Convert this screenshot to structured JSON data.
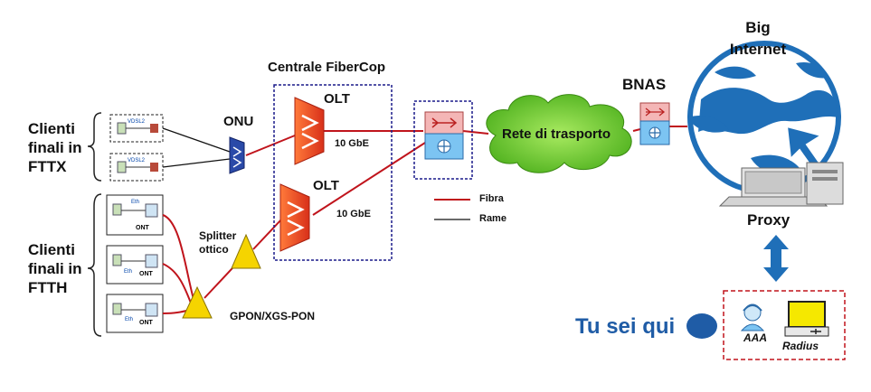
{
  "clients_fttx": "Clienti\nfinali in\nFTTX",
  "clients_ftth": "Clienti\nfinali in\nFTTH",
  "central_title": "Centrale FiberCop",
  "onu": "ONU",
  "olt_top": "OLT",
  "olt_bottom": "OLT",
  "rate_top": "10 GbE",
  "rate_bottom": "10 GbE",
  "splitter": "Splitter\nottico",
  "gpon": "GPON/XGS-PON",
  "transport_cloud": "Rete di trasporto",
  "bnas": "BNAS",
  "big_internet": "Big\nInternet",
  "proxy": "Proxy",
  "you_are_here": "Tu sei qui",
  "aaa": "AAA",
  "radius": "Radius",
  "legend": {
    "fiber": "Fibra",
    "copper": "Rame"
  },
  "device_labels": {
    "vdsl_1": "VDSL2",
    "vdsl_2": "VDSL2",
    "eth_1": "Eth",
    "eth_2": "Eth",
    "eth_3": "Eth",
    "ont_1": "ONT",
    "ont_2": "ONT",
    "ont_3": "ONT"
  },
  "colors": {
    "fiber": "#c0141c",
    "copper": "#111111",
    "olt": "#e8401c",
    "splitter": "#f5d400",
    "cloud": "#5cc022",
    "globe": "#1f6fb8",
    "proxy_arrow": "#1f6fb8",
    "you_are_here": "#1f5ca6",
    "dashed_box": "#c0141c",
    "central_box": "#1a1a8a"
  }
}
